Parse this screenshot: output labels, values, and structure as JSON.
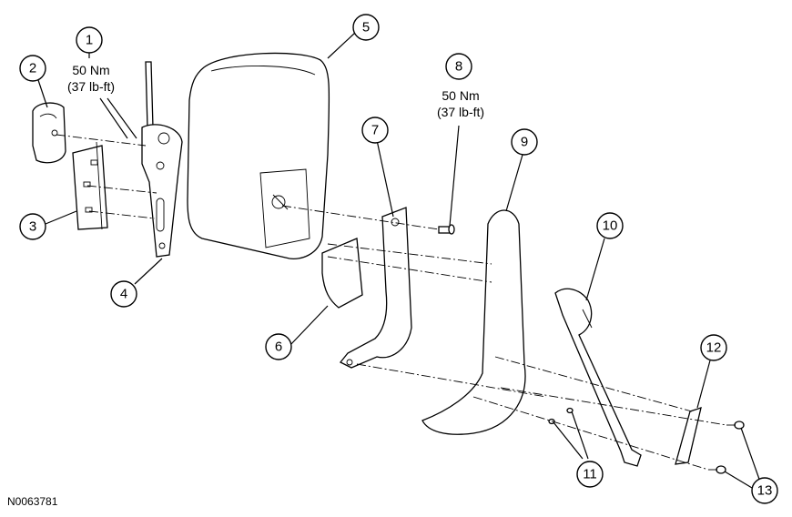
{
  "figure_code": "N0063781",
  "callouts": {
    "c1": "1",
    "c2": "2",
    "c3": "3",
    "c4": "4",
    "c5": "5",
    "c6": "6",
    "c7": "7",
    "c8": "8",
    "c9": "9",
    "c10": "10",
    "c11": "11",
    "c12": "12",
    "c13": "13"
  },
  "torque_1": {
    "metric": "50 Nm",
    "imperial": "(37 lb-ft)"
  },
  "torque_8": {
    "metric": "50 Nm",
    "imperial": "(37 lb-ft)"
  }
}
